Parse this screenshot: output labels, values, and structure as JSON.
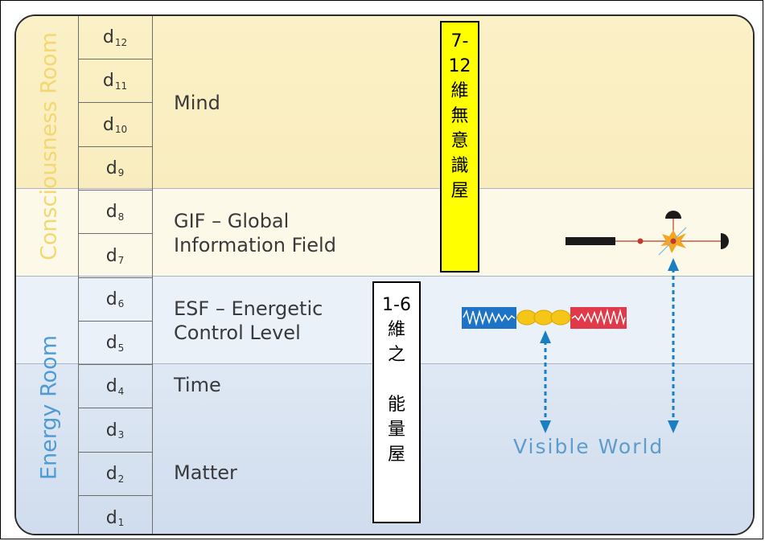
{
  "rooms": {
    "consciousness": {
      "label": "Consciousness Room",
      "color": "#f3d771"
    },
    "energy": {
      "label": "Energy Room",
      "color": "#4f9bd3"
    }
  },
  "dimensions": [
    {
      "base": "d",
      "sub": "12"
    },
    {
      "base": "d",
      "sub": "11"
    },
    {
      "base": "d",
      "sub": "10"
    },
    {
      "base": "d",
      "sub": "9"
    },
    {
      "base": "d",
      "sub": "8"
    },
    {
      "base": "d",
      "sub": "7"
    },
    {
      "base": "d",
      "sub": "6"
    },
    {
      "base": "d",
      "sub": "5"
    },
    {
      "base": "d",
      "sub": "4"
    },
    {
      "base": "d",
      "sub": "3"
    },
    {
      "base": "d",
      "sub": "2"
    },
    {
      "base": "d",
      "sub": "1"
    }
  ],
  "levels": {
    "mind": "Mind",
    "gif_line1": "GIF – Global",
    "gif_line2": "Information Field",
    "esf_line1": "ESF – Energetic",
    "esf_line2": "Control Level",
    "time": "Time",
    "matter": "Matter"
  },
  "notes": {
    "upper": {
      "lines": [
        "7-",
        "12",
        "維",
        "無",
        "意",
        "識",
        "屋"
      ],
      "background": "#ffff00"
    },
    "lower": {
      "lines": [
        "1-6",
        "維",
        "之",
        "",
        "能",
        "量",
        "屋"
      ],
      "background": "#ffffff"
    }
  },
  "visible_world": "Visible World",
  "colors": {
    "wave_blue": "#1e73c7",
    "wave_red": "#e03a4a",
    "bead": "#f5c518",
    "arrow": "#1a7fc2"
  }
}
